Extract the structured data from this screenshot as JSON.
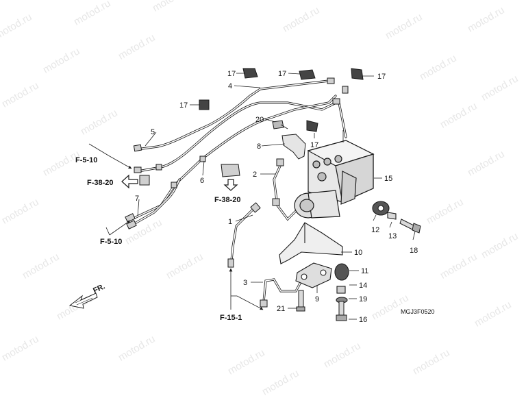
{
  "watermark": "motod.ru",
  "colors": {
    "line": "#1a1a1a",
    "fill_part": "#dcdcdc",
    "fill_dark": "#333333",
    "watermark": "#e7e7e7"
  },
  "callouts": {
    "c1": "1",
    "c2": "2",
    "c3": "3",
    "c4": "4",
    "c5": "5",
    "c6": "6",
    "c7": "7",
    "c8": "8",
    "c9": "9",
    "c10": "10",
    "c11": "11",
    "c12": "12",
    "c13": "13",
    "c14": "14",
    "c15": "15",
    "c16": "16",
    "c17a": "17",
    "c17b": "17",
    "c17c": "17",
    "c17d": "17",
    "c17e": "17",
    "c18": "18",
    "c19": "19",
    "c20": "20",
    "c21": "21"
  },
  "references": {
    "f5_10_top": "F-5-10",
    "f38_20_left": "F-38-20",
    "f38_20_mid": "F-38-20",
    "f5_10_bottom": "F-5-10",
    "f15_1": "F-15-1",
    "fr": "FR."
  },
  "diagram_code": "MGJ3F0520",
  "icons": [
    "front-direction-arrow-icon",
    "reference-arrow-icon"
  ]
}
